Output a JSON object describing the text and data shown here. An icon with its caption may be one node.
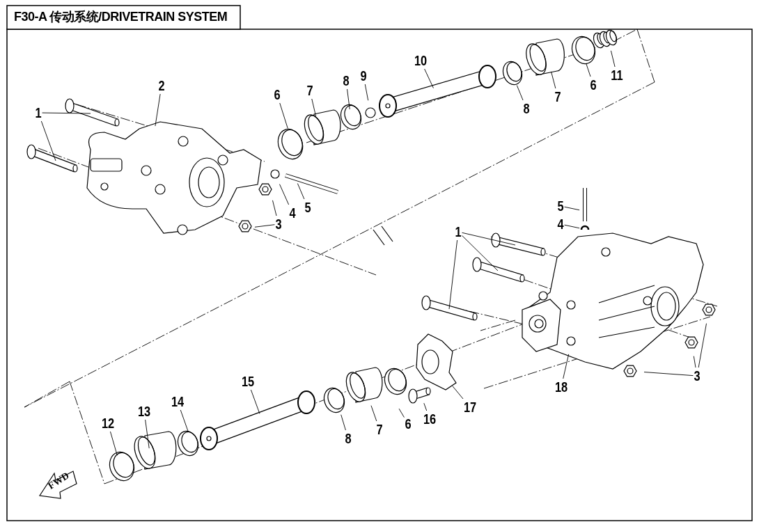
{
  "diagram": {
    "title": "F30-A 传动系统/DRIVETRAIN SYSTEM",
    "nodes": [
      {
        "text": [
          "1"
        ]
      },
      {
        "text": [
          "2"
        ]
      },
      {
        "text": [
          "3"
        ]
      },
      {
        "text": [
          "4"
        ]
      },
      {
        "text": [
          "5"
        ]
      },
      {
        "text": [
          "6"
        ]
      },
      {
        "text": [
          "7"
        ]
      },
      {
        "text": [
          "8"
        ]
      },
      {
        "text": [
          "9"
        ]
      },
      {
        "text": [
          "10"
        ]
      },
      {
        "text": [
          "8"
        ]
      },
      {
        "text": [
          "7"
        ]
      },
      {
        "text": [
          "6"
        ]
      },
      {
        "text": [
          "11"
        ]
      },
      {
        "text": [
          "5"
        ]
      },
      {
        "text": [
          "4"
        ]
      },
      {
        "text": [
          "1"
        ]
      },
      {
        "text": [
          "18"
        ]
      },
      {
        "text": [
          "3"
        ]
      },
      {
        "text": [
          "17"
        ]
      },
      {
        "text": [
          "16"
        ]
      },
      {
        "text": [
          "6"
        ]
      },
      {
        "text": [
          "7"
        ]
      },
      {
        "text": [
          "8"
        ]
      },
      {
        "text": [
          "15"
        ]
      },
      {
        "text": [
          "14"
        ]
      },
      {
        "text": [
          "13"
        ]
      },
      {
        "text": [
          "12"
        ]
      }
    ],
    "edges": [
      {
        "from": 0,
        "to": null,
        "arrow": "none"
      },
      {
        "from": 0,
        "to": null,
        "arrow": "none"
      },
      {
        "from": 1,
        "to": null,
        "arrow": "none"
      },
      {
        "from": 2,
        "to": null,
        "arrow": "none"
      },
      {
        "from": 2,
        "to": null,
        "arrow": "none"
      },
      {
        "from": 3,
        "to": null,
        "arrow": "none"
      },
      {
        "from": 4,
        "to": null,
        "arrow": "none"
      },
      {
        "from": 5,
        "to": null,
        "arrow": "none"
      },
      {
        "from": 6,
        "to": null,
        "arrow": "none"
      },
      {
        "from": 7,
        "to": null,
        "arrow": "none"
      },
      {
        "from": 8,
        "to": null,
        "arrow": "none"
      },
      {
        "from": 9,
        "to": null,
        "arrow": "none"
      },
      {
        "from": 10,
        "to": null,
        "arrow": "none"
      },
      {
        "from": 11,
        "to": null,
        "arrow": "none"
      },
      {
        "from": 12,
        "to": null,
        "arrow": "none"
      },
      {
        "from": 13,
        "to": null,
        "arrow": "none"
      },
      {
        "from": 14,
        "to": null,
        "arrow": "none"
      },
      {
        "from": 15,
        "to": null,
        "arrow": "none"
      },
      {
        "from": 16,
        "to": null,
        "arrow": "none"
      },
      {
        "from": 16,
        "to": null,
        "arrow": "none"
      },
      {
        "from": 16,
        "to": null,
        "arrow": "none"
      },
      {
        "from": 17,
        "to": null,
        "arrow": "none"
      },
      {
        "from": 18,
        "to": null,
        "arrow": "none"
      },
      {
        "from": 18,
        "to": null,
        "arrow": "none"
      },
      {
        "from": 18,
        "to": null,
        "arrow": "none"
      },
      {
        "from": 19,
        "to": null,
        "arrow": "none"
      },
      {
        "from": 20,
        "to": null,
        "arrow": "none"
      },
      {
        "from": 21,
        "to": null,
        "arrow": "none"
      },
      {
        "from": 22,
        "to": null,
        "arrow": "none"
      },
      {
        "from": 23,
        "to": null,
        "arrow": "none"
      },
      {
        "from": 24,
        "to": null,
        "arrow": "none"
      },
      {
        "from": 25,
        "to": null,
        "arrow": "none"
      },
      {
        "from": 26,
        "to": null,
        "arrow": "none"
      },
      {
        "from": 27,
        "to": null,
        "arrow": "none"
      }
    ],
    "labels": [
      "FWD"
    ]
  }
}
